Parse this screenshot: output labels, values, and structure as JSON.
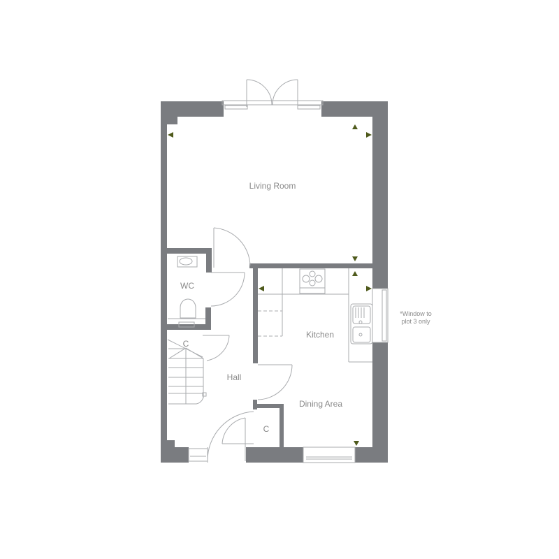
{
  "floorplan": {
    "rooms": [
      {
        "id": "living-room",
        "label": "Living Room"
      },
      {
        "id": "wc",
        "label": "WC"
      },
      {
        "id": "kitchen",
        "label": "Kitchen"
      },
      {
        "id": "hall",
        "label": "Hall"
      },
      {
        "id": "dining-area",
        "label": "Dining Area"
      },
      {
        "id": "cupboard-stairs",
        "label": "C"
      },
      {
        "id": "cupboard-hall",
        "label": "C"
      }
    ],
    "note": {
      "line1": "*Window to",
      "line2": "plot 3 only"
    },
    "colors": {
      "wall": "#7a7c80",
      "line": "#a9abae",
      "marker": "#4f5a1c",
      "text": "#8a8a8a"
    }
  }
}
